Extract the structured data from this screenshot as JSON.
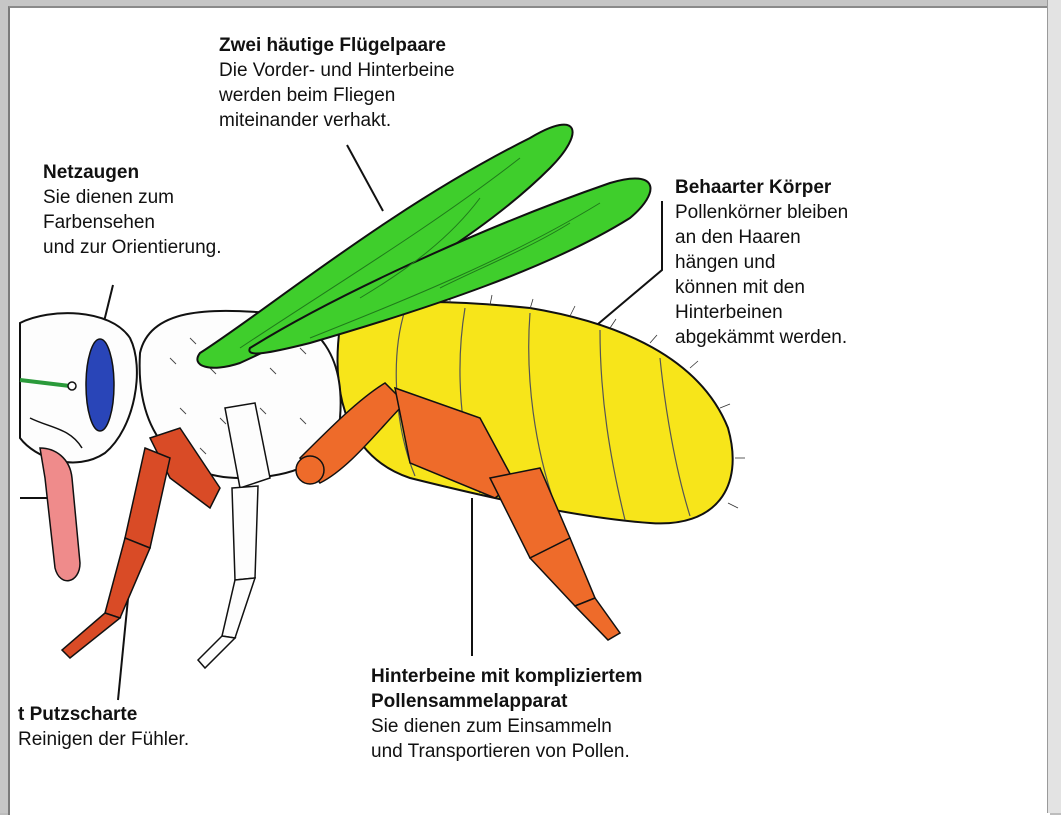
{
  "labels": {
    "wings": {
      "title": "Zwei häutige Flügelpaare",
      "lines": [
        "Die Vorder- und Hinterbeine",
        "werden beim Fliegen",
        "miteinander verhakt."
      ]
    },
    "eyes": {
      "title": "Netzaugen",
      "lines": [
        "Sie dienen zum",
        "Farbensehen",
        "und zur Orientierung."
      ]
    },
    "body": {
      "title": "Behaarter Körper",
      "lines": [
        "Pollenkörner bleiben",
        "an den Haaren",
        "hängen und",
        "können mit den",
        "Hinterbeinen",
        "abgekämmt werden."
      ]
    },
    "hindlegs": {
      "title_lines": [
        "Hinterbeine mit kompliziertem",
        "Pollensammelapparat"
      ],
      "lines": [
        "Sie dienen zum Einsammeln",
        "und Transportieren von Pollen."
      ]
    },
    "putzscharte": {
      "title": "t Putzscharte",
      "lines": [
        "Reinigen der Fühler."
      ]
    }
  },
  "colors": {
    "wing": "#3fce2c",
    "eye": "#2945b8",
    "abdomen": "#f7e51a",
    "legs_red": "#d94b26",
    "legs_orange": "#ee6b2a",
    "tongue": "#ef8b8b",
    "antenna": "#2a9a3a"
  }
}
